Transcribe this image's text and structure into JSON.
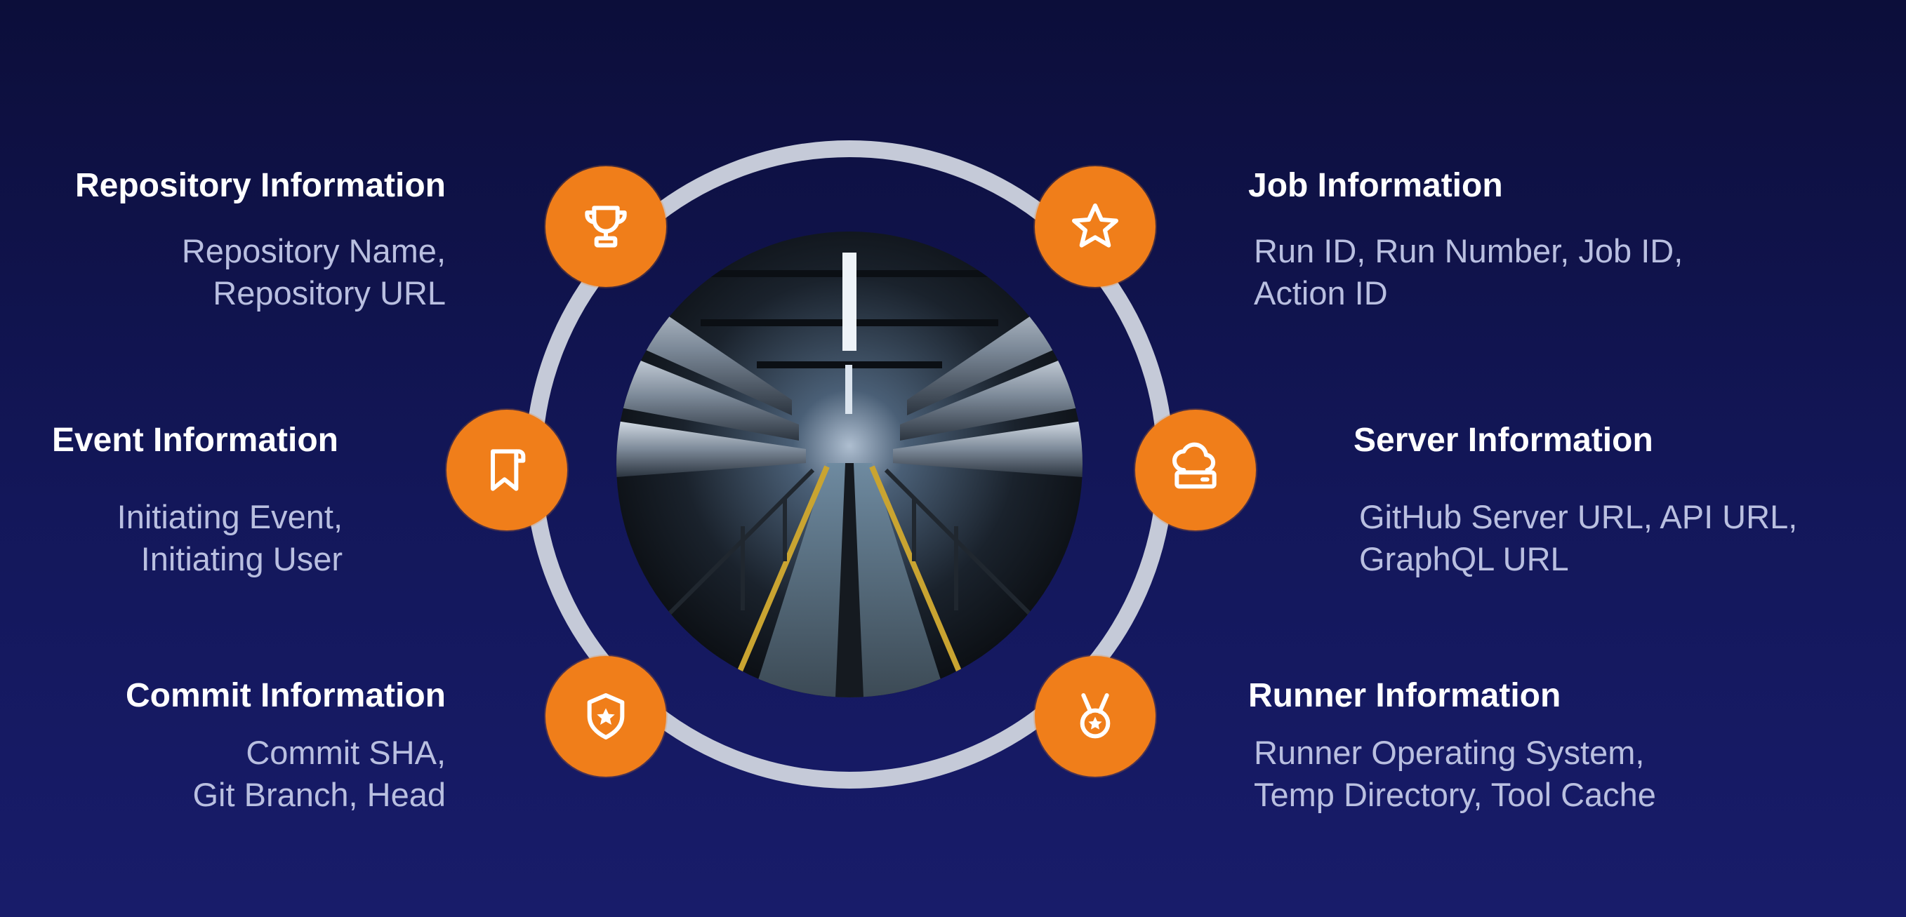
{
  "categories": [
    {
      "id": "repository",
      "title": "Repository Information",
      "lines": [
        "Repository Name,",
        "Repository URL"
      ],
      "icon": "trophy-icon"
    },
    {
      "id": "event",
      "title": "Event Information",
      "lines": [
        "Initiating Event,",
        "Initiating User"
      ],
      "icon": "bookmark-icon"
    },
    {
      "id": "commit",
      "title": "Commit Information",
      "lines": [
        "Commit SHA,",
        "Git Branch, Head"
      ],
      "icon": "shield-star-icon"
    },
    {
      "id": "job",
      "title": "Job Information",
      "lines": [
        "Run ID, Run Number, Job ID,",
        "Action ID"
      ],
      "icon": "star-icon"
    },
    {
      "id": "server",
      "title": "Server Information",
      "lines": [
        "GitHub Server URL, API URL,",
        "GraphQL URL"
      ],
      "icon": "cloud-server-icon"
    },
    {
      "id": "runner",
      "title": "Runner Information",
      "lines": [
        "Runner Operating System,",
        "Temp Directory, Tool Cache"
      ],
      "icon": "medal-icon"
    }
  ],
  "colors": {
    "accent": "#f07e1a",
    "ring": "#c5cad8",
    "background": "#13175a",
    "title": "#ffffff",
    "subtext": "#b9bfe0"
  }
}
